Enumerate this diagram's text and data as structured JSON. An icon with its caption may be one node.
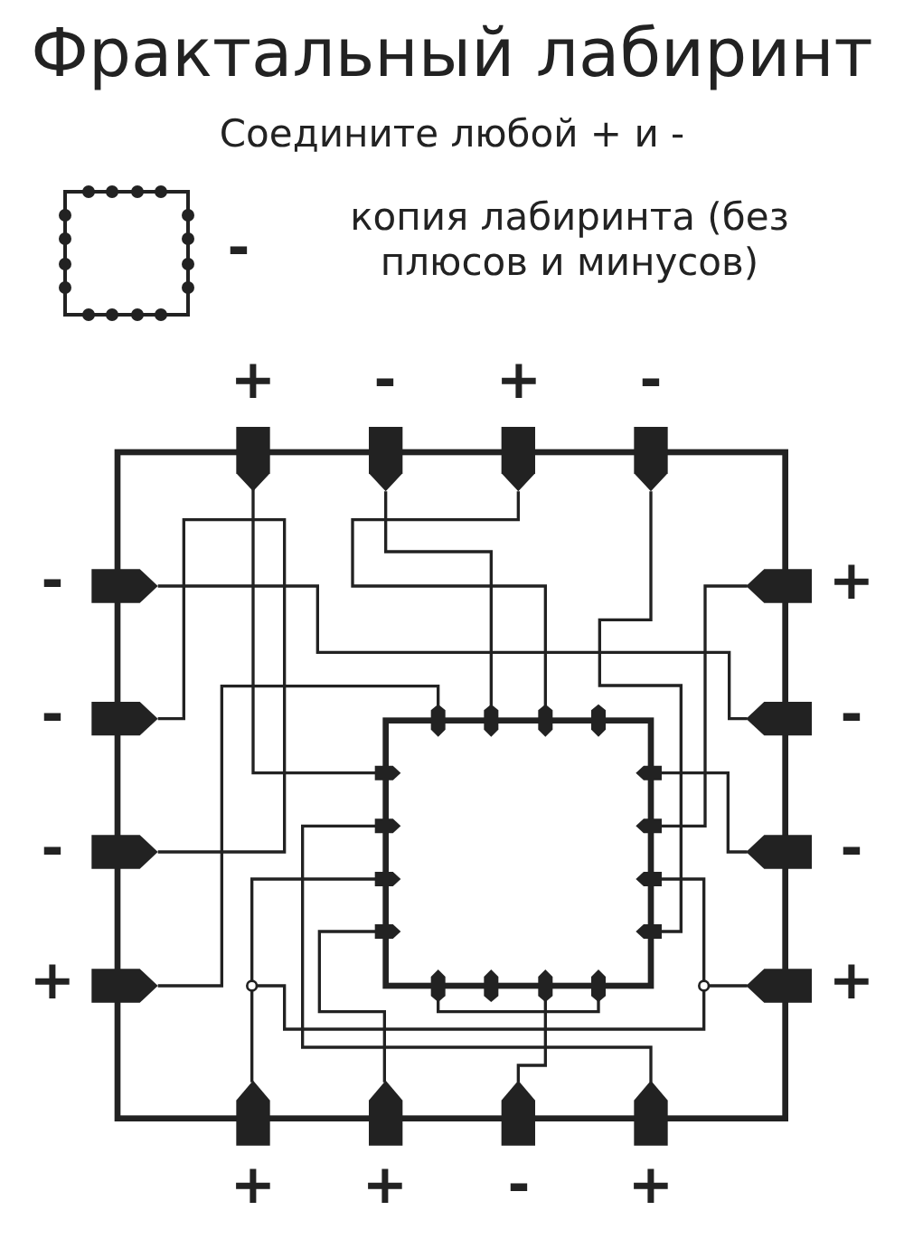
{
  "diagram": {
    "title": "Фрактальный лабиринт",
    "labels": [
      "Соедините любой + и -",
      "-",
      "копия лабиринта (без плюсов и минусов)",
      "+",
      "-",
      "+",
      "-",
      "-",
      "+",
      "-",
      "-",
      "-",
      "-",
      "+",
      "+",
      "+",
      "+",
      "-",
      "+"
    ]
  }
}
